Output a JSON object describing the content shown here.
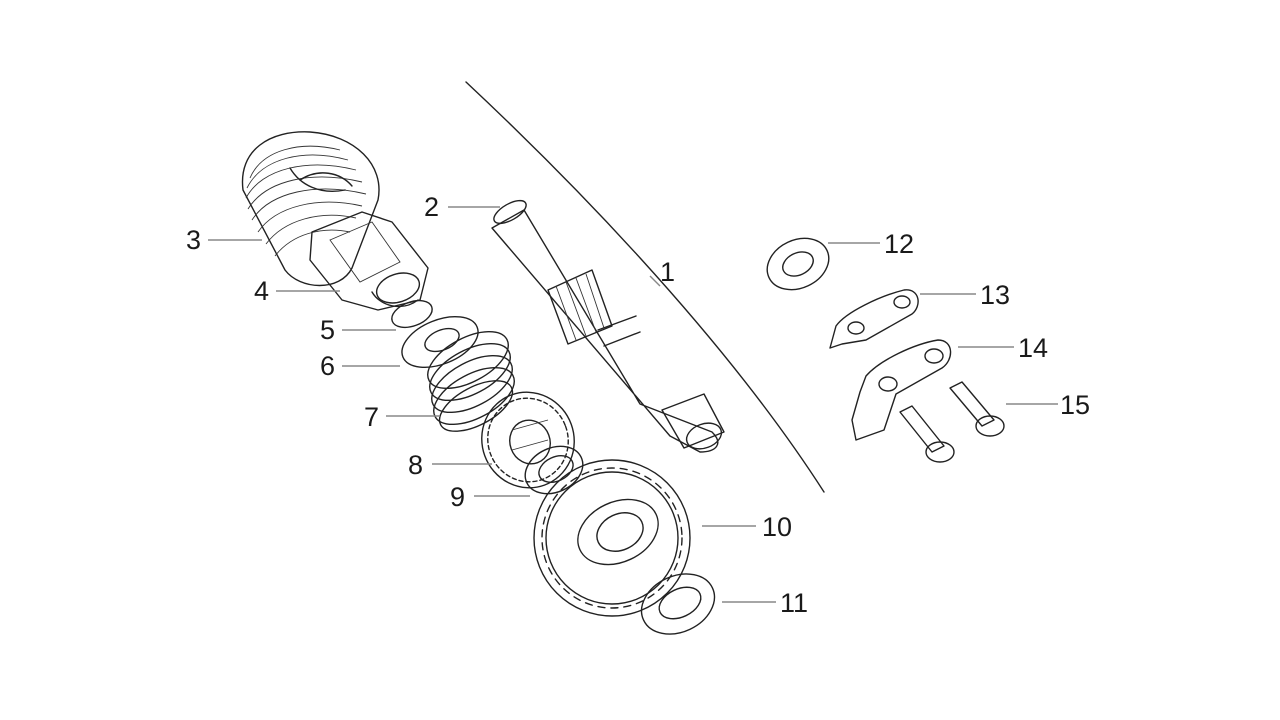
{
  "diagram": {
    "callouts": [
      {
        "id": "1",
        "text": "1"
      },
      {
        "id": "2",
        "text": "2"
      },
      {
        "id": "3",
        "text": "3"
      },
      {
        "id": "4",
        "text": "4"
      },
      {
        "id": "5",
        "text": "5"
      },
      {
        "id": "6",
        "text": "6"
      },
      {
        "id": "7",
        "text": "7"
      },
      {
        "id": "8",
        "text": "8"
      },
      {
        "id": "9",
        "text": "9"
      },
      {
        "id": "10",
        "text": "10"
      },
      {
        "id": "11",
        "text": "11"
      },
      {
        "id": "12",
        "text": "12"
      },
      {
        "id": "13",
        "text": "13"
      },
      {
        "id": "14",
        "text": "14"
      },
      {
        "id": "15",
        "text": "15"
      }
    ],
    "colors": {
      "line": "#222222",
      "leader": "#888888",
      "part_fill": "#f4f4f4",
      "background": "#ffffff"
    }
  }
}
